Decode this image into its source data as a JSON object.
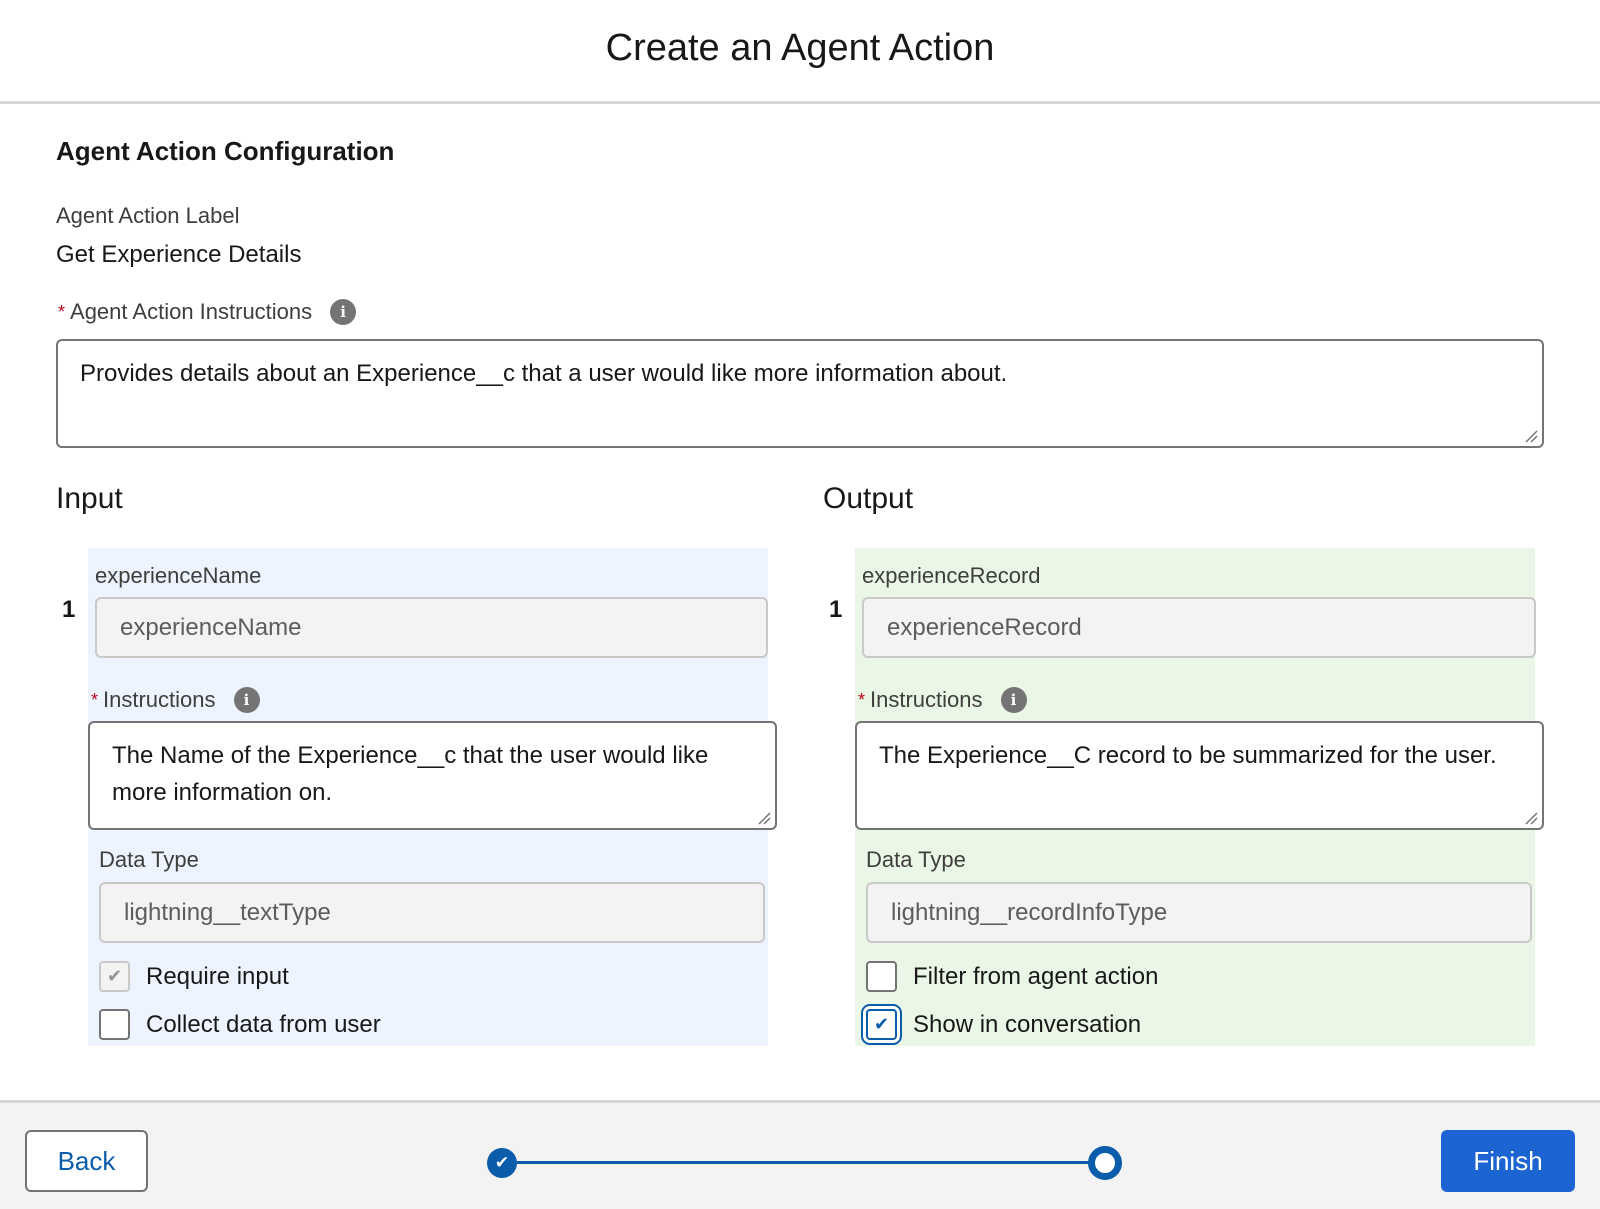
{
  "header": {
    "title": "Create an Agent Action"
  },
  "config": {
    "section_title": "Agent Action Configuration",
    "label_caption": "Agent Action Label",
    "label_value": "Get Experience Details",
    "instructions_label": "Agent Action Instructions",
    "required_marker": "*",
    "info_glyph": "i",
    "instructions_value": "Provides details about an Experience__c that a user would like more information about."
  },
  "input": {
    "heading": "Input",
    "row_number": "1",
    "param_label": "experienceName",
    "param_value": "experienceName",
    "instructions_label": "Instructions",
    "instructions_value": "The Name of the Experience__c that the user would like more information on.",
    "data_type_label": "Data Type",
    "data_type_value": "lightning__textType",
    "checkbox1_label": "Require input",
    "checkbox1_checked": true,
    "checkbox1_disabled": true,
    "checkbox2_label": "Collect data from user",
    "checkbox2_checked": false
  },
  "output": {
    "heading": "Output",
    "row_number": "1",
    "param_label": "experienceRecord",
    "param_value": "experienceRecord",
    "instructions_label": "Instructions",
    "instructions_value": "The Experience__C record to be summarized for the user.",
    "data_type_label": "Data Type",
    "data_type_value": "lightning__recordInfoType",
    "checkbox1_label": "Filter from agent action",
    "checkbox1_checked": false,
    "checkbox2_label": "Show in conversation",
    "checkbox2_checked": true
  },
  "footer": {
    "back_label": "Back",
    "finish_label": "Finish",
    "progress_steps": [
      "complete",
      "current"
    ]
  },
  "colors": {
    "brand": "#0b5cab",
    "finish_button": "#1b64d1",
    "input_panel": "#eef4ff",
    "output_panel": "#ebf7e6",
    "required": "#ba0517"
  },
  "icons": [
    "info-icon",
    "check-icon",
    "resize-handle-icon"
  ]
}
